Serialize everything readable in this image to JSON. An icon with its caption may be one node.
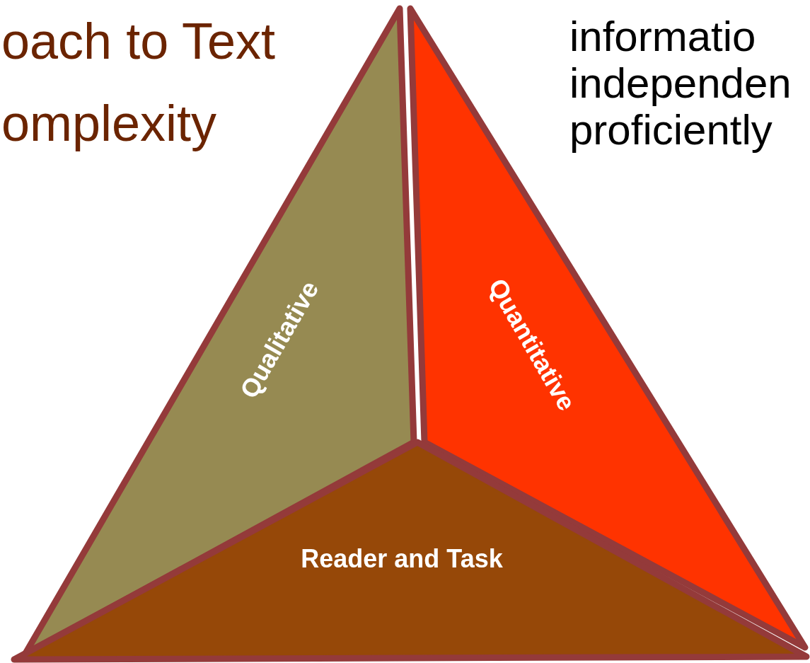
{
  "diagram": {
    "title": "oach to Text omplexity",
    "nodes": [
      {
        "text": [
          "Qualitative"
        ]
      },
      {
        "text": [
          "Quantitative"
        ]
      },
      {
        "text": [
          "Reader and Task"
        ]
      }
    ],
    "edges": [],
    "labels": [
      "informatio",
      "independen",
      "proficiently"
    ]
  }
}
